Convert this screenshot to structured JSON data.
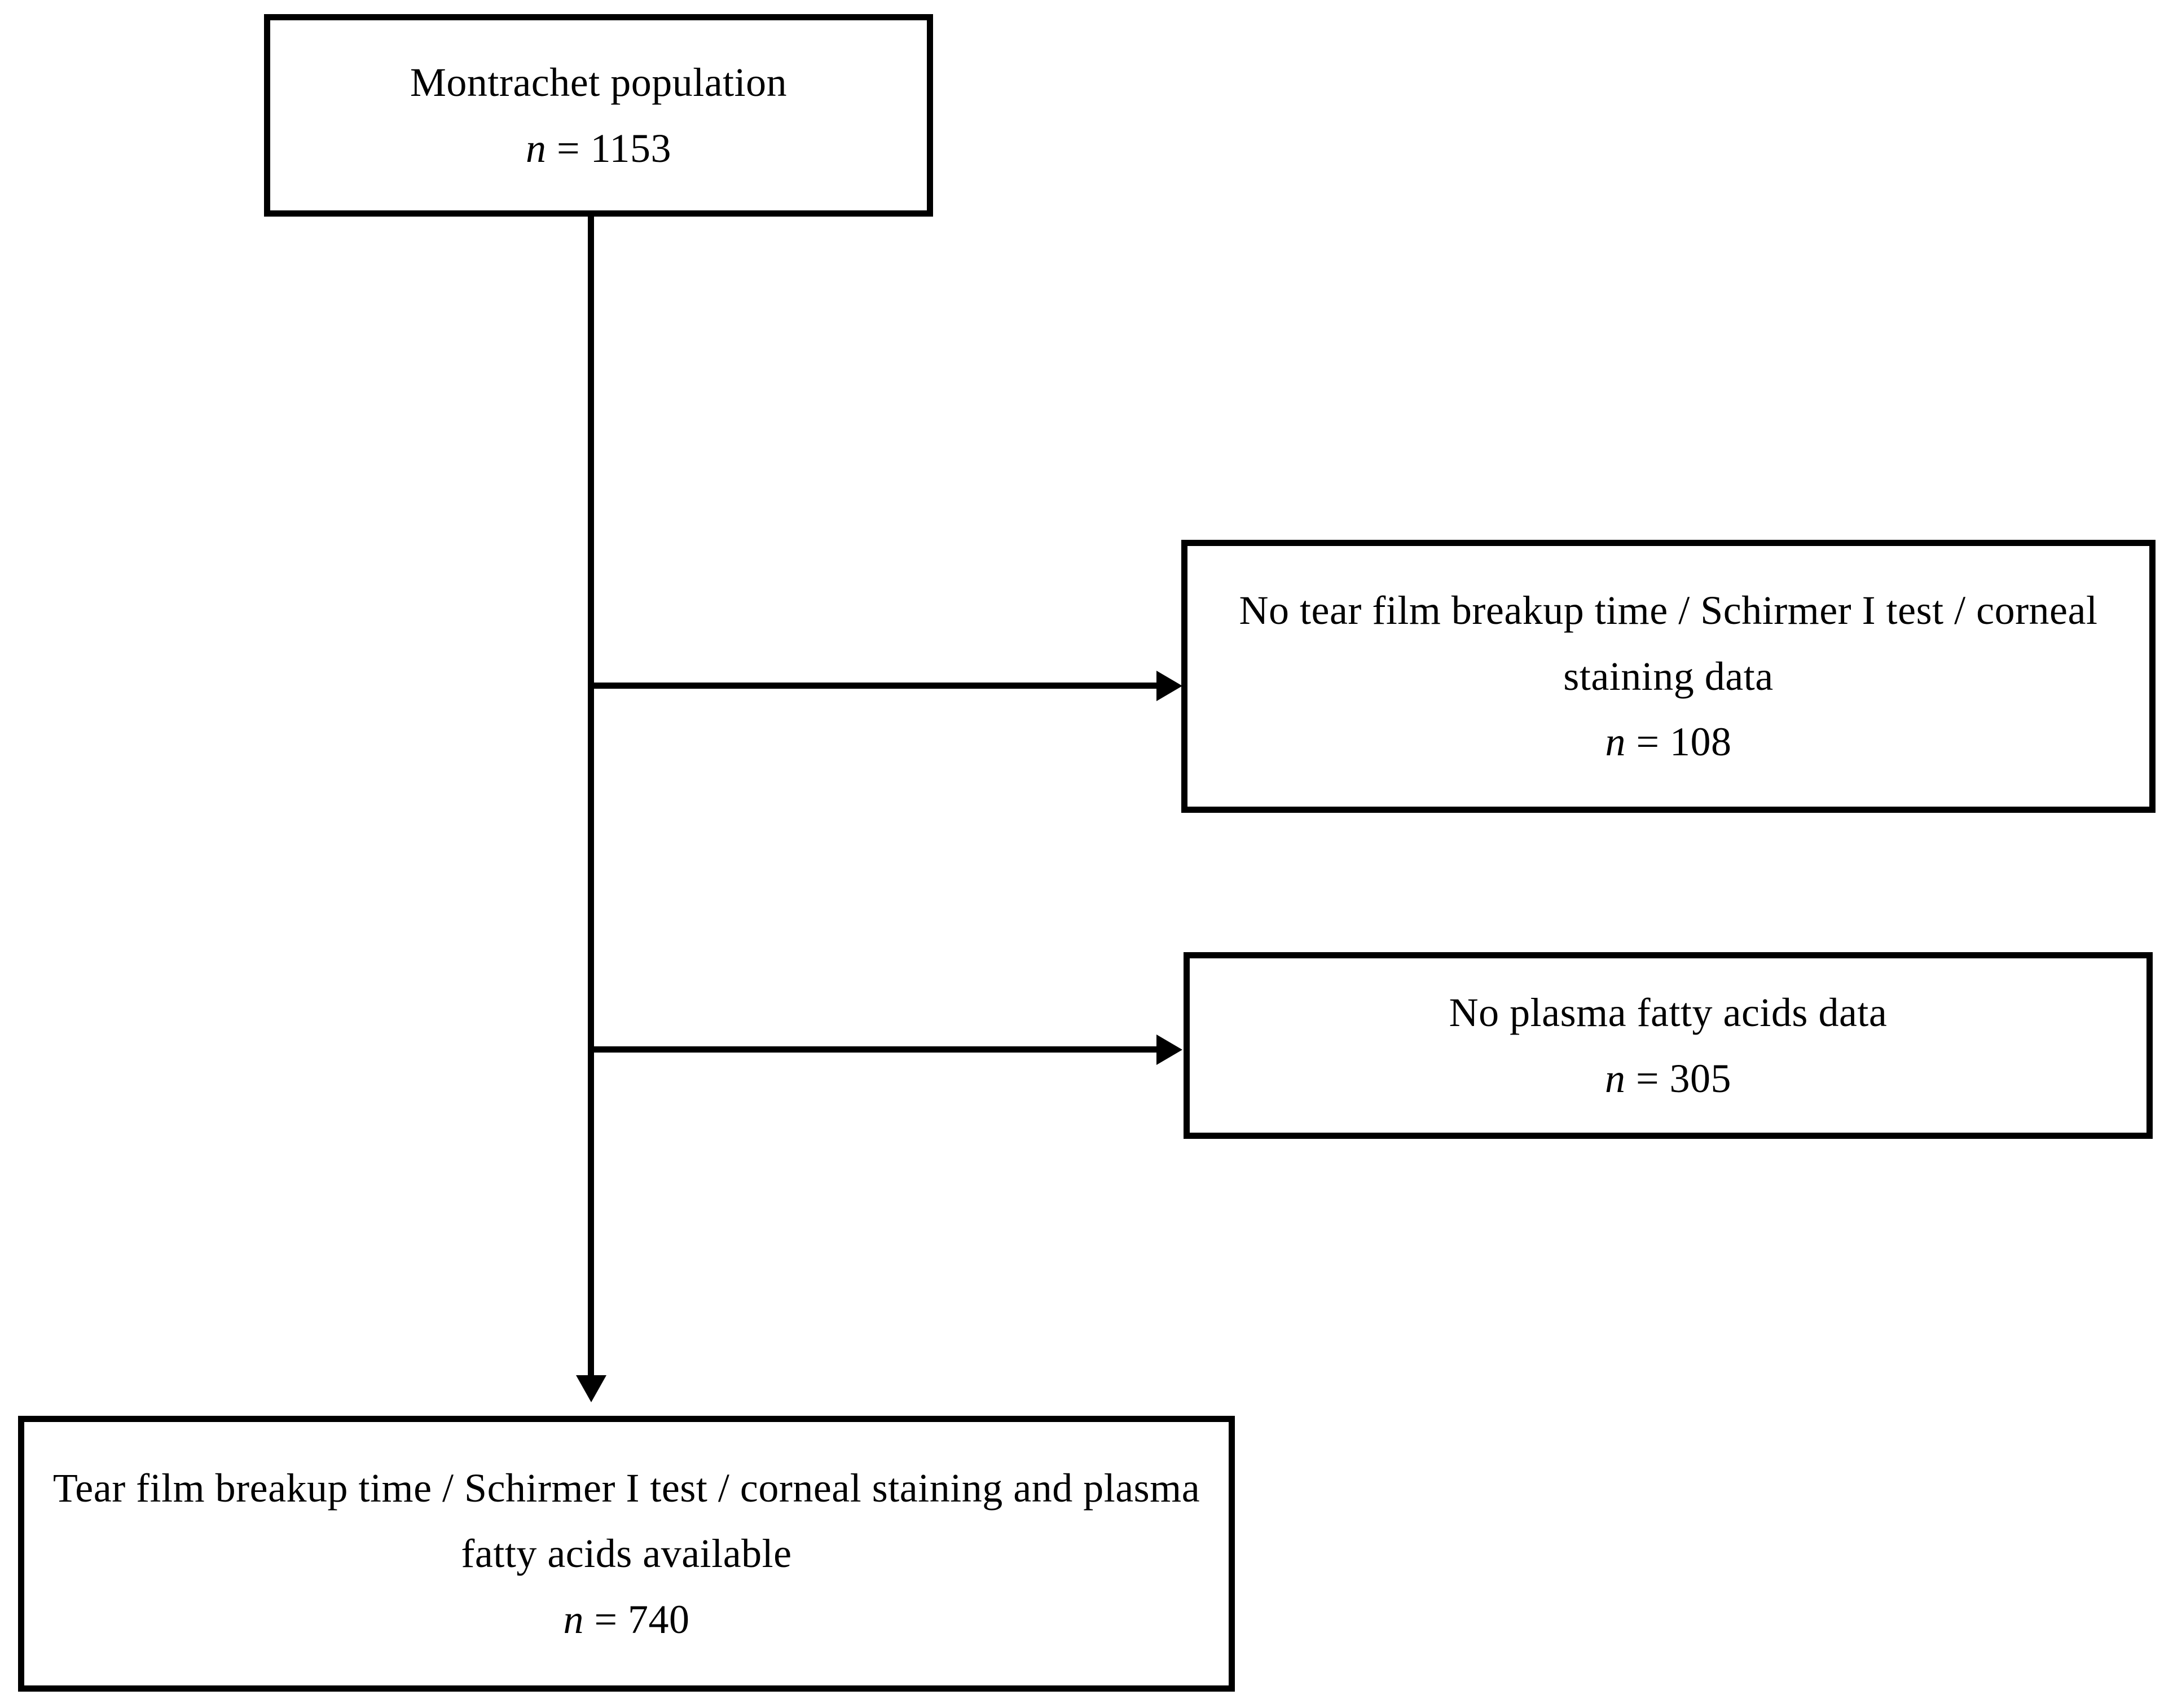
{
  "diagram": {
    "type": "participant-flow-chart",
    "nodes": {
      "source": {
        "label": "Montrachet population",
        "n_label": "n",
        "n_value": "= 1153",
        "count": 1153
      },
      "exclusion_1": {
        "label": "No tear film breakup time / Schirmer I test / corneal staining data",
        "n_label": "n",
        "n_value": "= 108",
        "count": 108
      },
      "exclusion_2": {
        "label": "No plasma fatty acids data",
        "n_label": "n",
        "n_value": "= 305",
        "count": 305
      },
      "included": {
        "label": "Tear film breakup time / Schirmer I test / corneal staining and plasma fatty acids available",
        "n_label": "n",
        "n_value": "= 740",
        "count": 740
      }
    },
    "colors": {
      "stroke": "#000000",
      "fill": "#ffffff",
      "text": "#000000"
    }
  }
}
